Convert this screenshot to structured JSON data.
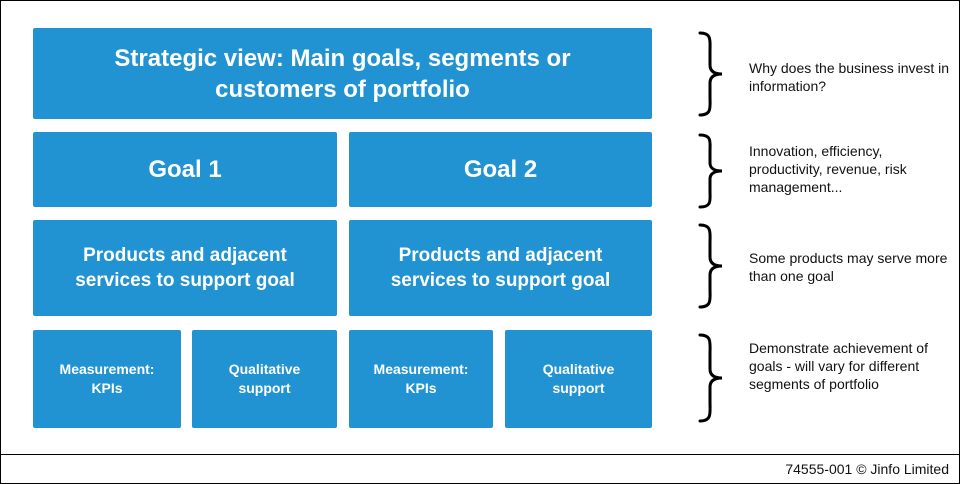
{
  "diagram": {
    "strategic_view": "Strategic view: Main goals, segments or customers of portfolio",
    "goals": [
      "Goal 1",
      "Goal 2"
    ],
    "products": [
      "Products and adjacent services to support goal",
      "Products and adjacent services to support goal"
    ],
    "support_boxes": [
      "Measurement: KPIs",
      "Qualitative support",
      "Measurement: KPIs",
      "Qualitative support"
    ],
    "annotations": [
      "Why does the business invest in information?",
      "Innovation, efficiency, productivity, revenue, risk management...",
      "Some products may serve more than one goal",
      "Demonstrate achievement of goals - will vary for different segments of portfolio"
    ],
    "box_color": "#2193d2",
    "brace_icon": "right-curly-brace"
  },
  "footer": {
    "credit": "74555-001 © Jinfo Limited"
  }
}
